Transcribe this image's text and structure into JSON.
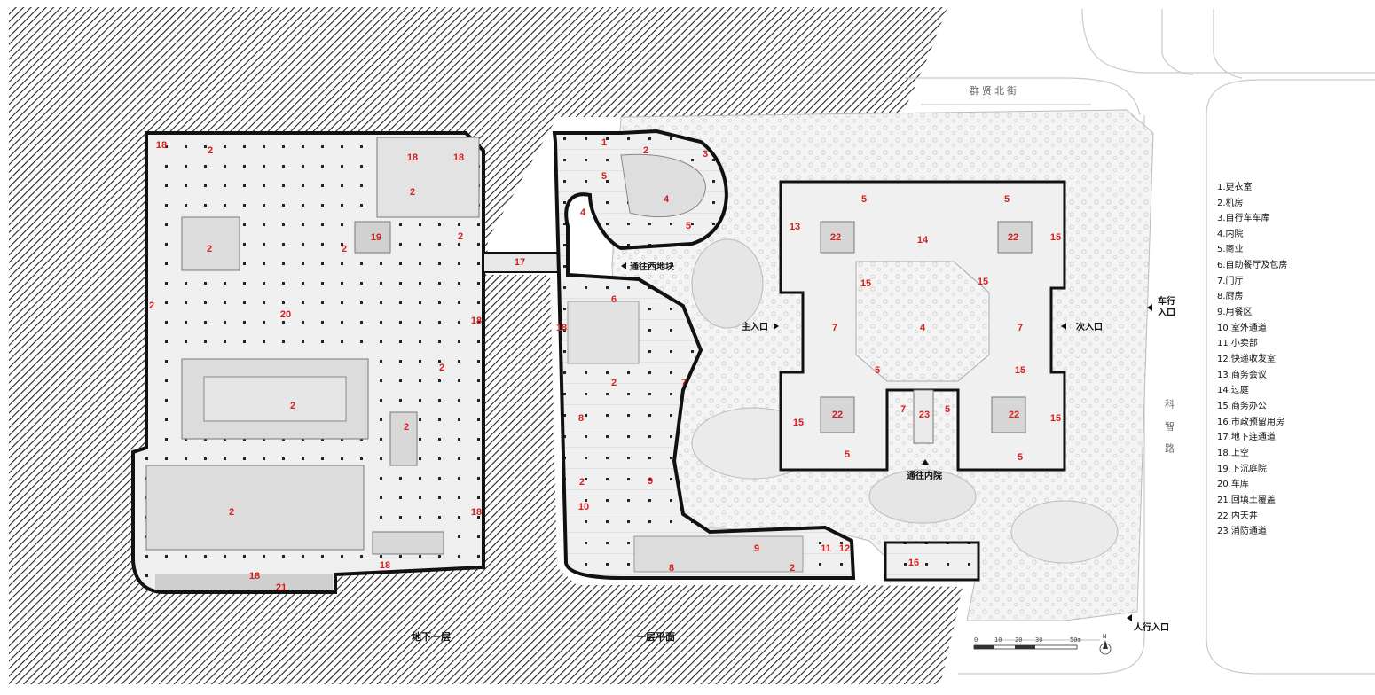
{
  "streets": {
    "north": "群贤北街",
    "east": "科智路"
  },
  "labels": {
    "to_west_block": "通往西地块",
    "main_entrance": "主入口",
    "secondary_entrance": "次入口",
    "vehicle_entrance_line1": "车行",
    "vehicle_entrance_line2": "入口",
    "to_inner_court": "通往内院",
    "pedestrian_entrance": "人行入口"
  },
  "titles": {
    "basement": "地下一层",
    "ground": "一层平面"
  },
  "scale": {
    "ticks": [
      "0",
      "10",
      "20",
      "30",
      "50m"
    ],
    "north": "N"
  },
  "legend": [
    "1.更衣室",
    "2.机房",
    "3.自行车车库",
    "4.内院",
    "5.商业",
    "6.自助餐厅及包房",
    "7.门厅",
    "8.厨房",
    "9.用餐区",
    "10.室外通道",
    "11.小卖部",
    "12.快递收发室",
    "13.商务会议",
    "14.过庭",
    "15.商务办公",
    "16.市政预留用房",
    "17.地下连通道",
    "18.上空",
    "19.下沉庭院",
    "20.车库",
    "21.回填土覆盖",
    "22.内天井",
    "23.消防通道"
  ],
  "room_numbers": [
    "18",
    "2",
    "18",
    "18",
    "2",
    "19",
    "2",
    "2",
    "2",
    "17",
    "2",
    "20",
    "18",
    "2",
    "2",
    "2",
    "2",
    "18",
    "18",
    "18",
    "21",
    "1",
    "2",
    "3",
    "5",
    "4",
    "4",
    "5",
    "6",
    "18",
    "2",
    "7",
    "8",
    "9",
    "2",
    "10",
    "9",
    "8",
    "2",
    "11",
    "12",
    "16",
    "5",
    "5",
    "13",
    "22",
    "14",
    "22",
    "15",
    "15",
    "15",
    "7",
    "4",
    "7",
    "5",
    "15",
    "22",
    "7",
    "23",
    "5",
    "22",
    "15",
    "15",
    "5",
    "5"
  ],
  "colors": {
    "room_number": "#d81e1e",
    "wall": "#111111",
    "floor": "#eeeeee",
    "landscape": "#f2f2f2"
  }
}
